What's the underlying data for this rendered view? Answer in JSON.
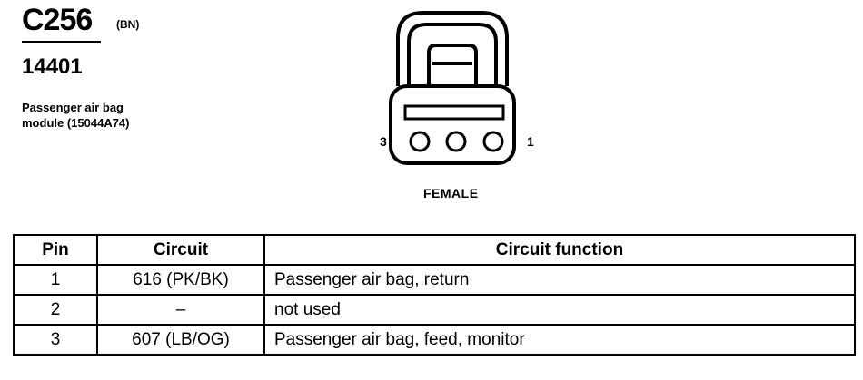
{
  "header": {
    "connector_id": "C256",
    "color_code": "(BN)",
    "part_number": "14401",
    "description_line1": "Passenger air bag",
    "description_line2": "module (15044A74)"
  },
  "diagram": {
    "pin_left": "3",
    "pin_right": "1",
    "gender": "FEMALE"
  },
  "table": {
    "headers": [
      "Pin",
      "Circuit",
      "Circuit function"
    ],
    "rows": [
      {
        "pin": "1",
        "circuit": "616 (PK/BK)",
        "function": "Passenger air bag, return"
      },
      {
        "pin": "2",
        "circuit": "–",
        "function": "not used"
      },
      {
        "pin": "3",
        "circuit": "607 (LB/OG)",
        "function": "Passenger air bag, feed, monitor"
      }
    ]
  }
}
